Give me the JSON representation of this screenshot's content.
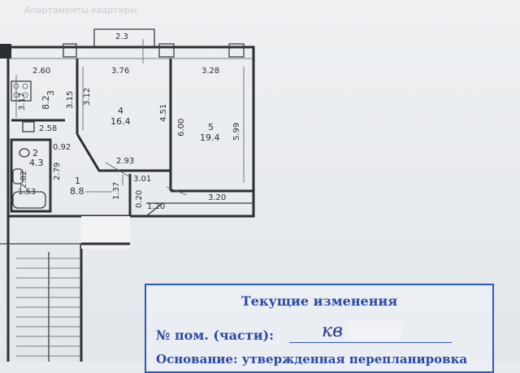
{
  "plan": {
    "faded_header": "Апартаменты квартиры",
    "dimensions": {
      "balcony": "2.3",
      "r3_top": "2.60",
      "r4_top": "3.76",
      "r5_top": "3.28",
      "r3_side": "3.17",
      "r3_inner": "3.15",
      "r4_side": "3.12",
      "r4_right": "4.51",
      "r5_left": "6.00",
      "r5_right": "5.99",
      "r3_bottom": "2.58",
      "r2_top": "0.92",
      "r2_w": "2.82",
      "r2_h": "2.79",
      "r2_bottom": "1.53",
      "hall_diag": "2.93",
      "hall_w": "3.01",
      "hall_h": "1.37",
      "hall_small": "0.20",
      "hall_small2": "1.20",
      "r5_bottom": "3.20"
    },
    "rooms": [
      {
        "num": "3",
        "area": "8.2"
      },
      {
        "num": "4",
        "area": "16.4"
      },
      {
        "num": "5",
        "area": "19.4"
      },
      {
        "num": "2",
        "area": "4.3"
      },
      {
        "num": "1",
        "area": "8.8"
      }
    ]
  },
  "stamp": {
    "title": "Текущие изменения",
    "room_label": "№ пом. (части):",
    "room_value": "кв",
    "basis_label": "Основание: утвержденная  перепланировка"
  },
  "colors": {
    "stamp_blue": "#2f58c8",
    "ink": "#2b2e33"
  }
}
